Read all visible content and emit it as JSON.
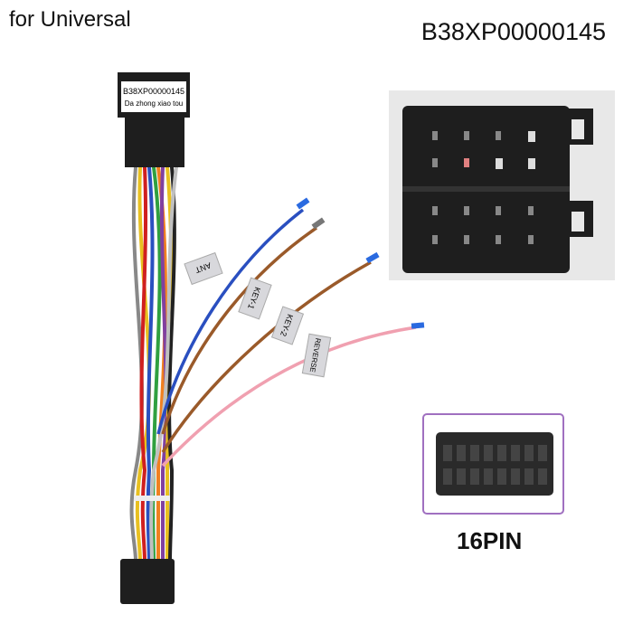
{
  "header": {
    "left_caption": "for Universal",
    "right_caption": "B38XP00000145"
  },
  "connector_label": {
    "line1": "B38XP00000145",
    "line2": "Da zhong xiao tou"
  },
  "wire_tags": [
    "ANT",
    "KEY-1",
    "KEY-2",
    "REVERSE"
  ],
  "pin_caption": "16PIN",
  "colors": {
    "blue": "#2a4fc0",
    "brown": "#9a5a2a",
    "pink": "#f0a0b0",
    "connector": "#1e1e1e",
    "inset_frame": "#a070c0"
  }
}
